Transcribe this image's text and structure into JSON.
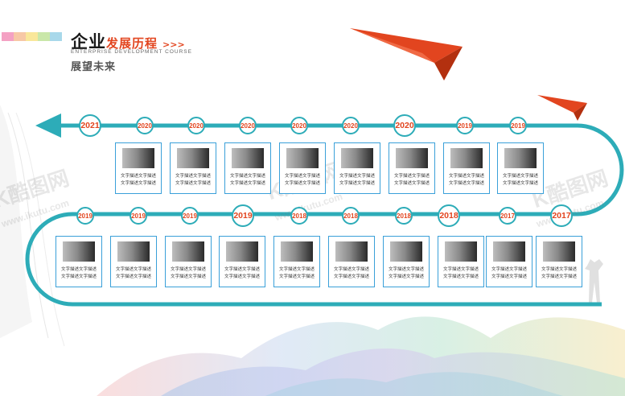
{
  "header": {
    "title_main": "企业",
    "title_accent": "发展历程",
    "title_arrows": ">>>",
    "subtitle_en": "ENTERPRISE DEVELOPMENT COURSE",
    "subtitle_cn": "展望未来",
    "swatch_colors": [
      "#f4a1c3",
      "#f7c8a6",
      "#f9e79a",
      "#c9e7a9",
      "#a8d8ea",
      "#c3a8e3"
    ]
  },
  "colors": {
    "track": "#2dacb8",
    "accent": "#e2451f",
    "card_border": "#3aa0d9"
  },
  "watermarks": {
    "brand": "K酷图网",
    "url": "www.ikutu.com"
  },
  "timeline": {
    "top_row": [
      {
        "year": "2021",
        "desc": "文字描述文字描述\n文字描述文字描述"
      },
      {
        "year": "2020",
        "desc": "文字描述文字描述\n文字描述文字描述"
      },
      {
        "year": "2020",
        "desc": "文字描述文字描述\n文字描述文字描述"
      },
      {
        "year": "2020",
        "desc": "文字描述文字描述\n文字描述文字描述"
      },
      {
        "year": "2020",
        "desc": "文字描述文字描述\n文字描述文字描述"
      },
      {
        "year": "2020",
        "desc": "文字描述文字描述\n文字描述文字描述"
      },
      {
        "year": "2020",
        "desc": "文字描述文字描述\n文字描述文字描述"
      },
      {
        "year": "2019",
        "desc": "文字描述文字描述\n文字描述文字描述"
      },
      {
        "year": "2019",
        "desc": "文字描述文字描述\n文字描述文字描述"
      }
    ],
    "bottom_row": [
      {
        "year": "2019",
        "desc": "文字描述文字描述\n文字描述文字描述"
      },
      {
        "year": "2019",
        "desc": "文字描述文字描述\n文字描述文字描述"
      },
      {
        "year": "2019",
        "desc": "文字描述文字描述\n文字描述文字描述"
      },
      {
        "year": "2019",
        "desc": "文字描述文字描述\n文字描述文字描述"
      },
      {
        "year": "2018",
        "desc": "文字描述文字描述\n文字描述文字描述"
      },
      {
        "year": "2018",
        "desc": "文字描述文字描述\n文字描述文字描述"
      },
      {
        "year": "2018",
        "desc": "文字描述文字描述\n文字描述文字描述"
      },
      {
        "year": "2018",
        "desc": "文字描述文字描述\n文字描述文字描述"
      },
      {
        "year": "2017",
        "desc": "文字描述文字描述\n文字描述文字描述"
      },
      {
        "year": "2017",
        "desc": "文字描述文字描述\n文字描述文字描述"
      }
    ]
  }
}
